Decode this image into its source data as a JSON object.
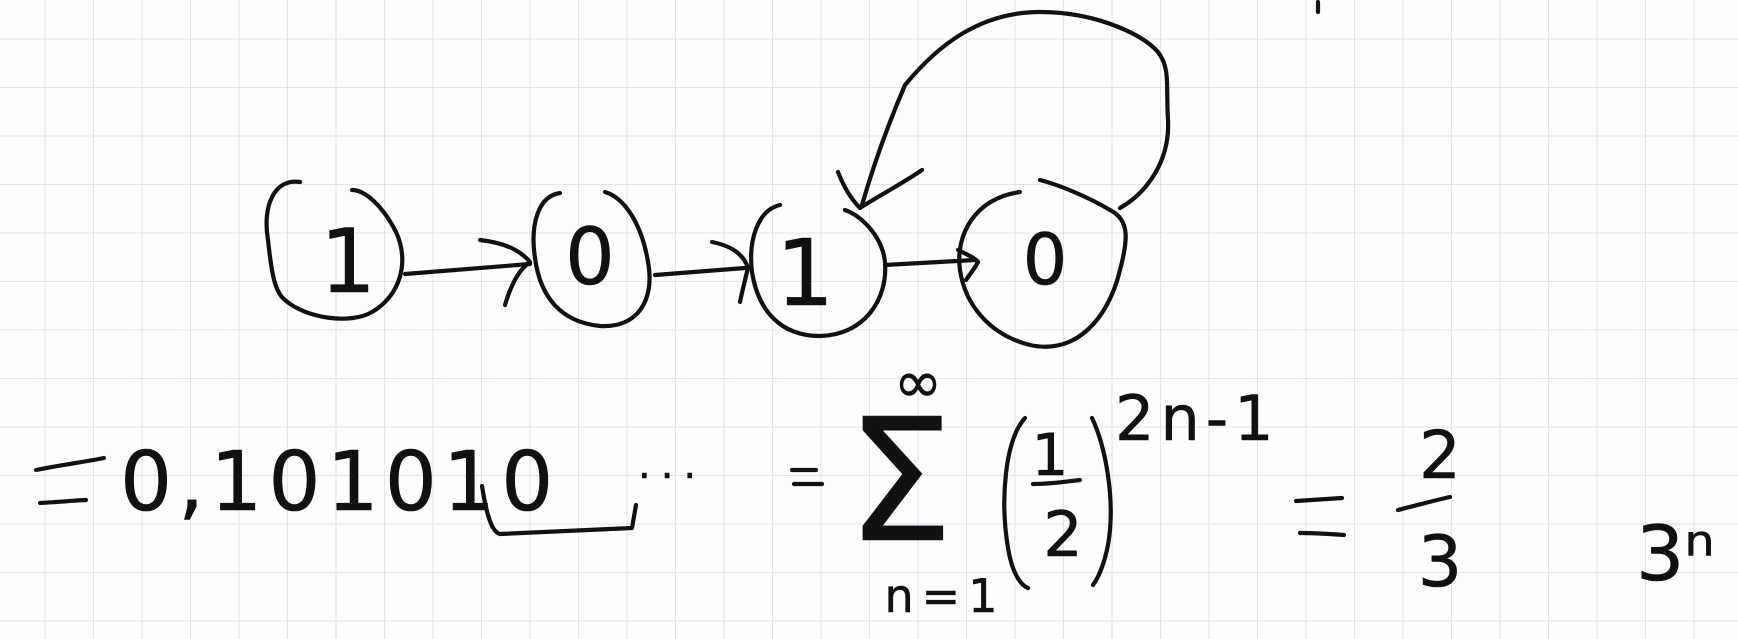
{
  "automaton": {
    "states": [
      {
        "id": "s1",
        "output": "1"
      },
      {
        "id": "s2",
        "output": "0"
      },
      {
        "id": "s3",
        "output": "1"
      },
      {
        "id": "s4",
        "output": "0"
      }
    ],
    "transitions": [
      {
        "from": "s1",
        "to": "s2"
      },
      {
        "from": "s2",
        "to": "s3"
      },
      {
        "from": "s3",
        "to": "s4"
      },
      {
        "from": "s4",
        "to": "s3"
      }
    ]
  },
  "equation": {
    "lhs_eq": "=",
    "binary": "0,101010",
    "ellipsis": "...",
    "eq2": "=",
    "sum_upper": "∞",
    "sum_symbol": "Σ",
    "sum_lower": "n=1",
    "frac_num": "1",
    "frac_den": "2",
    "exponent": "2n-1",
    "eq3": "=",
    "result_num": "2",
    "result_den": "3",
    "trailing": "3ⁿ"
  }
}
